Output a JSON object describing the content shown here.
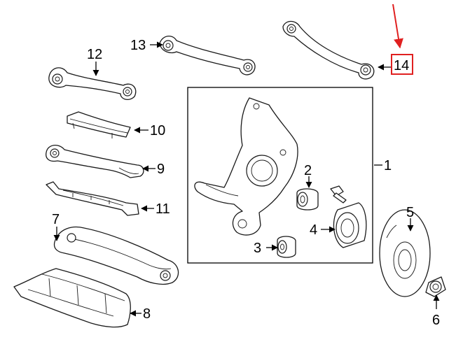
{
  "colors": {
    "highlight": "#e02020",
    "ink": "#000000"
  },
  "callouts": [
    {
      "id": "1",
      "text": "1"
    },
    {
      "id": "2",
      "text": "2"
    },
    {
      "id": "3",
      "text": "3"
    },
    {
      "id": "4",
      "text": "4"
    },
    {
      "id": "5",
      "text": "5"
    },
    {
      "id": "6",
      "text": "6"
    },
    {
      "id": "7",
      "text": "7"
    },
    {
      "id": "8",
      "text": "8"
    },
    {
      "id": "9",
      "text": "9"
    },
    {
      "id": "10",
      "text": "10"
    },
    {
      "id": "11",
      "text": "11"
    },
    {
      "id": "12",
      "text": "12"
    },
    {
      "id": "13",
      "text": "13"
    },
    {
      "id": "14",
      "text": "14",
      "highlighted": true
    }
  ]
}
